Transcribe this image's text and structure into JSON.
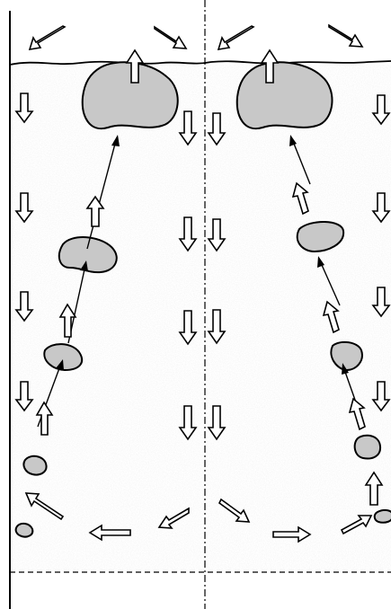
{
  "diagram": {
    "description_visible_text": [],
    "colors": {
      "bubble_fill": "#c8c8c8",
      "outline": "#000000",
      "speckle": "#d9d9d9",
      "background": "#ffffff"
    },
    "elements": {
      "wall": "left-wall",
      "center_axis": "dash-dot-centerline",
      "bottom_line": "dashed-bottom-line",
      "surface": "wavy-free-surface",
      "panels": [
        "left-panel",
        "right-panel"
      ]
    }
  }
}
